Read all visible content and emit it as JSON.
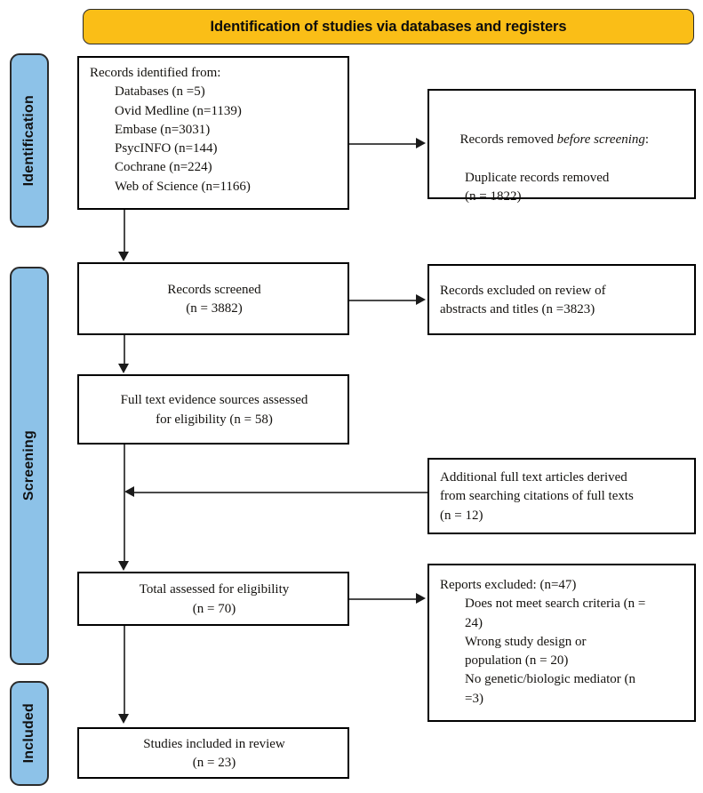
{
  "diagram": {
    "title": "PRISMA flow diagram",
    "colors": {
      "banner_background": "#FABE17",
      "stage_bar_background": "#8DC2E8",
      "box_border": "#000000",
      "connector": "#4a4a4a",
      "text": "#14120f"
    },
    "banner": {
      "label": "Identification of studies via databases and registers"
    },
    "stage_bars": [
      {
        "id": "identification",
        "label": "Identification"
      },
      {
        "id": "screening",
        "label": "Screening"
      },
      {
        "id": "included",
        "label": "Included"
      }
    ],
    "nodes": {
      "records_identified": {
        "heading": "Records identified from:",
        "items": [
          "Databases (n =5)",
          "Ovid Medline (n=1139)",
          "Embase (n=3031)",
          "PsycINFO (n=144)",
          "Cochrane (n=224)",
          "Web of Science (n=1166)"
        ]
      },
      "records_removed": {
        "line1_pre": "Records removed ",
        "line1_italic": "before screening",
        "line1_post": ":",
        "line2": "Duplicate records removed",
        "line3": "(n = 1822)"
      },
      "records_screened": {
        "line1": "Records screened",
        "line2": "(n = 3882)"
      },
      "records_excluded": {
        "line1": "Records excluded on review of",
        "line2": "abstracts and titles (n =3823)"
      },
      "full_text_assessed": {
        "line1": "Full text evidence sources assessed",
        "line2": "for eligibility (n = 58)"
      },
      "additional_articles": {
        "line1": "Additional full text articles derived",
        "line2": "from searching citations of full texts",
        "line3": "(n = 12)"
      },
      "total_assessed": {
        "line1": "Total assessed for eligibility",
        "line2": "(n = 70)"
      },
      "reports_excluded": {
        "heading": "Reports excluded: (n=47)",
        "items": [
          "Does not meet search criteria (n =",
          "24)",
          "Wrong study design or",
          "population (n = 20)",
          "No genetic/biologic mediator (n",
          "=3)"
        ]
      },
      "studies_included": {
        "line1": "Studies included in review",
        "line2": "(n = 23)"
      }
    },
    "chart_data": {
      "type": "table",
      "title": "Identification of studies via databases and registers",
      "stages": [
        {
          "stage": "Identification",
          "records_identified_total_sources": 5,
          "sources": [
            {
              "name": "Ovid Medline",
              "n": 1139
            },
            {
              "name": "Embase",
              "n": 3031
            },
            {
              "name": "PsycINFO",
              "n": 144
            },
            {
              "name": "Cochrane",
              "n": 224
            },
            {
              "name": "Web of Science",
              "n": 1166
            }
          ],
          "duplicate_records_removed": 1822
        },
        {
          "stage": "Screening",
          "records_screened": 3882,
          "records_excluded_abstracts_titles": 3823,
          "full_text_assessed_for_eligibility": 58,
          "additional_full_text_from_citations": 12,
          "total_assessed_for_eligibility": 70,
          "reports_excluded_total": 47,
          "reports_excluded_reasons": [
            {
              "reason": "Does not meet search criteria",
              "n": 24
            },
            {
              "reason": "Wrong study design or population",
              "n": 20
            },
            {
              "reason": "No genetic/biologic mediator",
              "n": 3
            }
          ]
        },
        {
          "stage": "Included",
          "studies_included_in_review": 23
        }
      ]
    }
  }
}
